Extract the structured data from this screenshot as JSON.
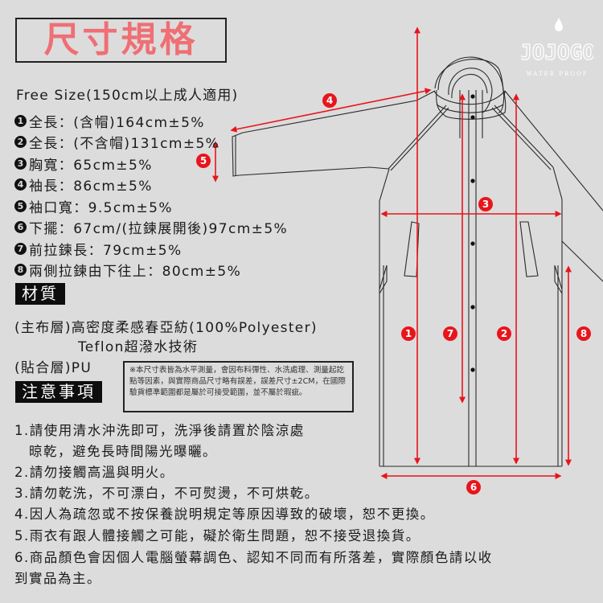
{
  "header": {
    "title": "尺寸規格",
    "free_size": "Free Size(150cm以上成人適用)"
  },
  "brand": {
    "name": "JOJOGO",
    "tagline": "WATER PROOF"
  },
  "specs": [
    {
      "num": "1",
      "text": "全長：(含帽)164cm±5%"
    },
    {
      "num": "2",
      "text": "全長：(不含帽)131cm±5%"
    },
    {
      "num": "3",
      "text": "胸寬：65cm±5%"
    },
    {
      "num": "4",
      "text": "袖長：86cm±5%"
    },
    {
      "num": "5",
      "text": "袖口寬：9.5cm±5%"
    },
    {
      "num": "6",
      "text": "下擺：67cm/(拉鍊展開後)97cm±5%"
    },
    {
      "num": "7",
      "text": "前拉鍊長：79cm±5%"
    },
    {
      "num": "8",
      "text": "兩側拉鍊由下往上：80cm±5%"
    }
  ],
  "material": {
    "label": "材質",
    "line1": "(主布層)高密度柔感春亞紡(100%Polyester)",
    "line2": "Teflon超潑水技術",
    "line3": "(貼合層)PU"
  },
  "note": {
    "text": "※本尺寸表皆為水平測量，會因布料彈性、水洗處理、測量起訖點等因素，與實際商品尺寸略有誤差，誤差尺寸±2CM，在國際驗貨標準範圍都是屬於可接受範圍，並不屬於瑕疵。"
  },
  "care": {
    "label": "注意事項",
    "items": [
      "1.請使用清水沖洗即可，洗淨後請置於陰涼處",
      "　晾乾，避免長時間陽光曝曬。",
      "2.請勿接觸高溫與明火。",
      "3.請勿乾洗，不可漂白，不可熨燙，不可烘乾。",
      "4.因人為疏忽或不按保養說明規定等原因導致的破壞，恕不更換。",
      "5.雨衣有跟人體接觸之可能，礙於衛生問題，恕不接受退換貨。",
      "6.商品顏色會因個人電腦螢幕調色、認知不同而有所落差，實際顏色請以收",
      "到實品為主。"
    ]
  },
  "diagram": {
    "markers": [
      "1",
      "2",
      "3",
      "4",
      "5",
      "6",
      "7",
      "8"
    ],
    "accent_color": "#e8151b",
    "line_color": "#2a2a2a"
  }
}
